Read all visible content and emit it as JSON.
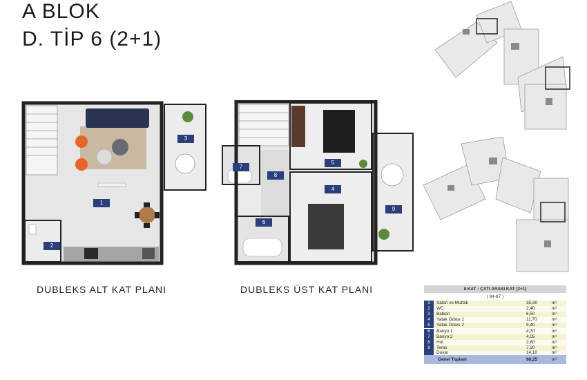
{
  "header": {
    "line1": "A BLOK",
    "line2": "D. TİP 6 (2+1)"
  },
  "plans": {
    "lower_caption": "DUBLEKS ALT KAT PLANI",
    "upper_caption": "DUBLEKS ÜST KAT PLANI",
    "lower_rooms": [
      "1",
      "2",
      "3"
    ],
    "upper_rooms": [
      "4",
      "5",
      "6",
      "7",
      "8",
      "9"
    ]
  },
  "table": {
    "title": "8.KAT - ÇATI ARASI KAT (2+1)",
    "subtitle": "( 84-87 )",
    "rows": [
      {
        "no": "1",
        "name": "Salon ve Mutfak",
        "area": "35,60",
        "unit": "m²"
      },
      {
        "no": "2",
        "name": "WC",
        "area": "2,40",
        "unit": "m²"
      },
      {
        "no": "3",
        "name": "Balkon",
        "area": "6,50",
        "unit": "m²"
      },
      {
        "no": "4",
        "name": "Yatak Odası 1",
        "area": "11,70",
        "unit": "m²"
      },
      {
        "no": "5",
        "name": "Yatak Odası 2",
        "area": "9,40",
        "unit": "m²"
      },
      {
        "no": "6",
        "name": "Banyo 1",
        "area": "4,70",
        "unit": "m²"
      },
      {
        "no": "7",
        "name": "Banyo 2",
        "area": "4,05",
        "unit": "m²"
      },
      {
        "no": "8",
        "name": "Hol",
        "area": "2,60",
        "unit": "m²"
      },
      {
        "no": "9",
        "name": "Teras",
        "area": "7,20",
        "unit": "m²"
      },
      {
        "no": "",
        "name": "Duvar",
        "area": "14,10",
        "unit": "m²"
      }
    ],
    "total": {
      "name": "Genel Toplam",
      "area": "98,25",
      "unit": "m²"
    }
  },
  "colors": {
    "label_blue": "#2b3f7a",
    "total_row": "#a9b9de",
    "wall": "#222222",
    "orange": "#e8652a"
  }
}
